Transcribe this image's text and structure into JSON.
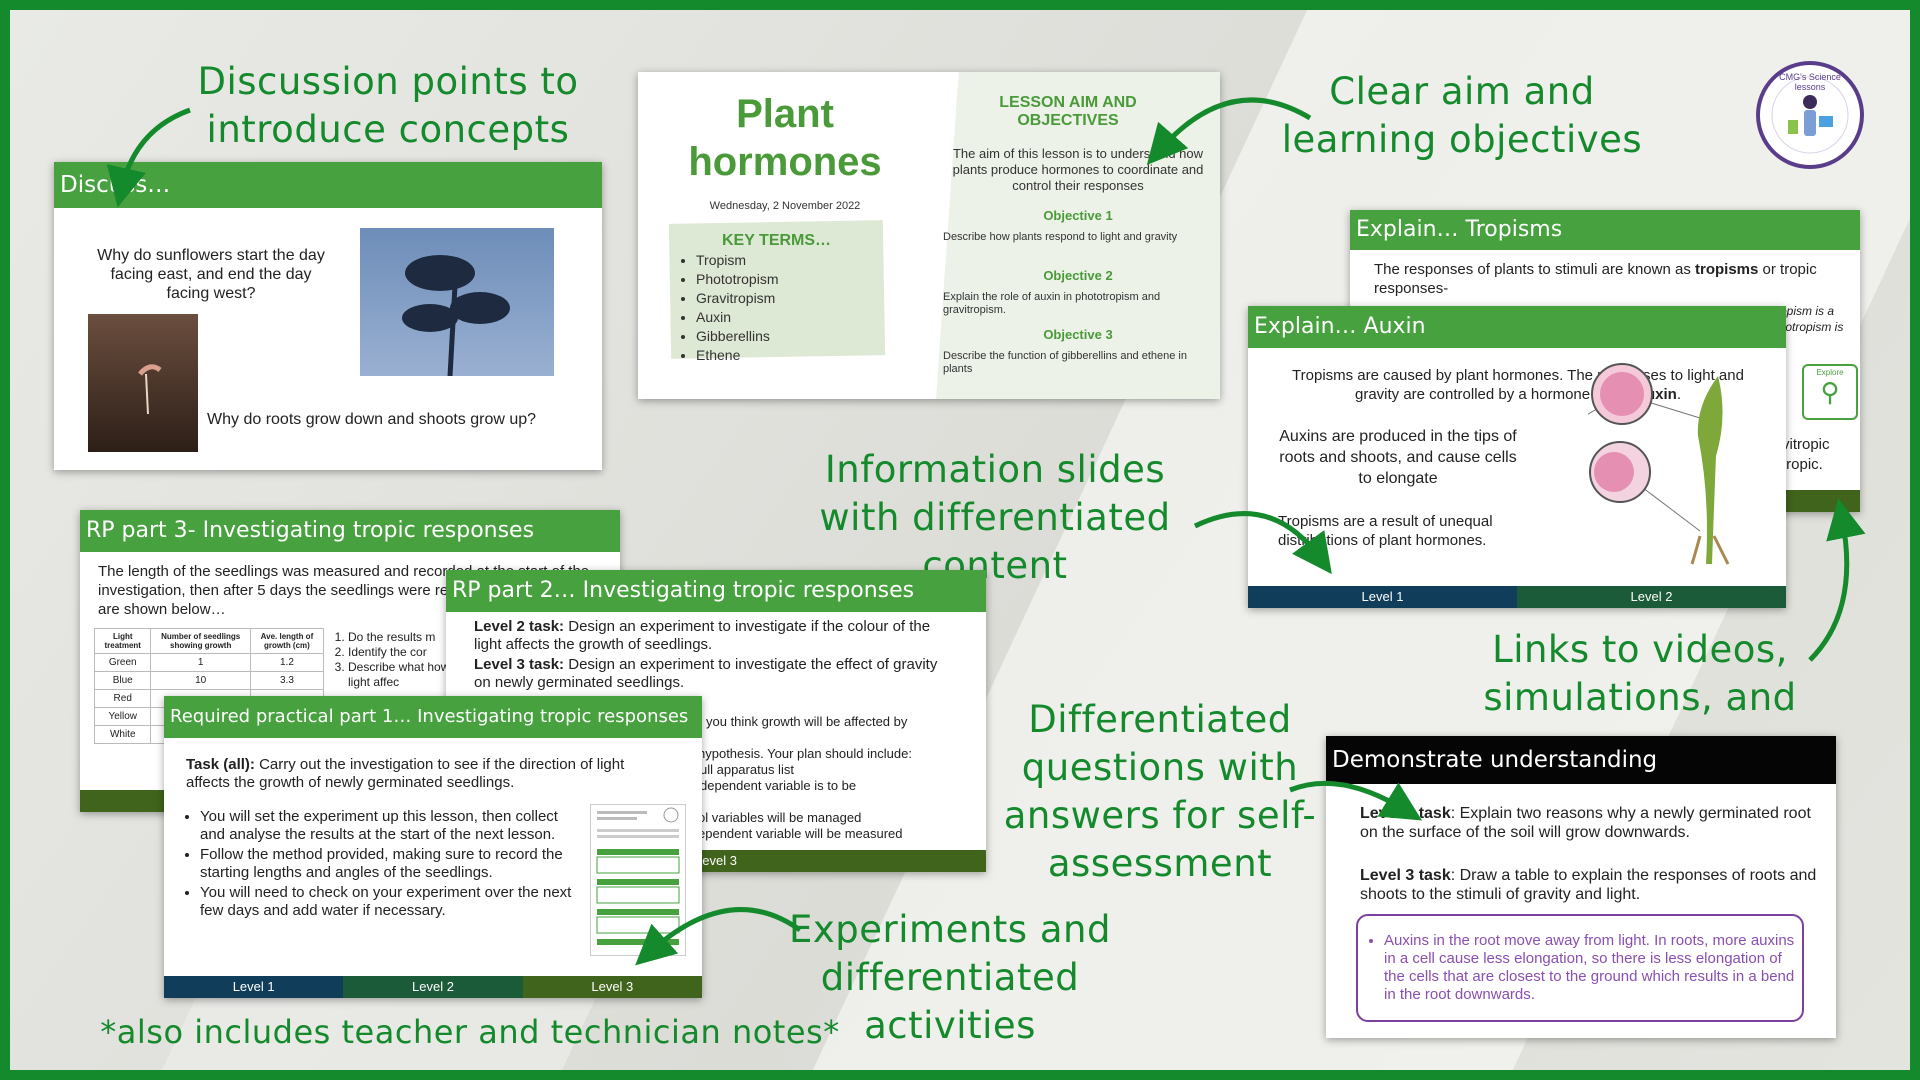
{
  "colors": {
    "brand_green": "#148a2c",
    "slide_green": "#47a13f",
    "level1": "#103e5a",
    "level2": "#1b5b39",
    "level3": "#40641c",
    "answer_purple": "#7b3fa0"
  },
  "callouts": {
    "discussion": "Discussion points to introduce concepts",
    "aim": "Clear aim and learning objectives",
    "info": "Information slides with differentiated content",
    "links": "Links to videos, simulations, and more",
    "questions": "Differentiated questions with answers for self-assessment",
    "experiments": "Experiments and differentiated activities",
    "footnote": "*also includes teacher and technician notes*"
  },
  "logo": {
    "text": "CMG's Science lessons"
  },
  "discuss_slide": {
    "title": "Discuss…",
    "q1": "Why do sunflowers start the day facing east, and end the day facing west?",
    "q2": "Why do roots grow down and shoots grow up?"
  },
  "title_slide": {
    "title_line1": "Plant",
    "title_line2": "hormones",
    "date": "Wednesday, 2 November 2022",
    "key_terms_heading": "KEY TERMS…",
    "key_terms": [
      "Tropism",
      "Phototropism",
      "Gravitropism",
      "Auxin",
      "Gibberellins",
      "Ethene"
    ],
    "aim_heading": "LESSON AIM AND OBJECTIVES",
    "aim_text": "The aim of this lesson is to understand how plants produce hormones to coordinate and control their responses",
    "objectives": [
      {
        "label": "Objective 1",
        "text": "Describe how plants respond to light and gravity"
      },
      {
        "label": "Objective 2",
        "text": "Explain the role of auxin in phototropism and gravitropism."
      },
      {
        "label": "Objective 3",
        "text": "Describe the function of gibberellins and ethene in plants"
      }
    ]
  },
  "tropisms_slide": {
    "title": "Explain… Tropisms",
    "text_plain": "The responses of plants to stimuli are known as ",
    "text_bold": "tropisms",
    "text_end": " or tropic responses-",
    "side1": "opism is a",
    "side2": "liotropism is",
    "side3": "vitropic",
    "side4": "tropic.",
    "explore": "Explore"
  },
  "auxin_slide": {
    "title": "Explain… Auxin",
    "intro_plain": "Tropisms are caused by plant hormones. The responses to light and gravity are controlled by a hormone called ",
    "intro_bold": "auxin",
    "intro_end": ".",
    "p2": "Auxins are produced in the tips of roots and shoots, and cause cells to elongate",
    "p3": "Tropisms are a result of unequal distributions of plant hormones.",
    "level1": "Level 1",
    "level2": "Level 2"
  },
  "rp3_slide": {
    "title": "RP part 3- Investigating tropic responses",
    "intro": "The length of the seedlings was measured and recorded at the start of the investigation, then after 5 days the seedlings were remeasured. The results are shown below…",
    "table_headers": [
      "Light treatment",
      "Number of seedlings showing growth",
      "Ave. length of growth (cm)"
    ],
    "table_rows": [
      [
        "Green",
        "1",
        "1.2"
      ],
      [
        "Blue",
        "10",
        "3.3"
      ],
      [
        "Red",
        "",
        ""
      ],
      [
        "Yellow",
        "",
        ""
      ],
      [
        "White",
        "",
        ""
      ]
    ],
    "steps": [
      "Do the results m",
      "Identify the cor",
      "Describe what how light affec"
    ]
  },
  "rp2_slide": {
    "title": "RP part 2… Investigating tropic responses",
    "l2_label": "Level 2 task:",
    "l2_text": " Design an experiment to investigate if the colour of the light affects the growth of seedlings.",
    "l3_label": "Level 3 task:",
    "l3_text": " Design an experiment to investigate the effect of gravity on newly germinated seedlings.",
    "frag1": "you think growth will be affected by",
    "frag2": "hypothesis. Your plan should include:",
    "frag3": "ull apparatus list",
    "frag4": "dependent variable is to be",
    "frag5": "ol variables will be managed",
    "frag6": "ependent variable will be measured",
    "level": "Level 3"
  },
  "rp1_slide": {
    "title": "Required practical part 1… Investigating tropic responses",
    "task_label": "Task (all):",
    "task_text": " Carry out the investigation to see if the direction of light affects the growth of newly germinated seedlings.",
    "bullets": [
      "You will set the experiment up this lesson, then collect and analyse the results at the start of the next lesson.",
      "Follow the method provided, making sure to record the starting lengths and angles of the seedlings.",
      "You will need to check on your experiment over the next few days and add water if necessary."
    ],
    "level1": "Level 1",
    "level2": "Level 2",
    "level3": "Level 3"
  },
  "demo_slide": {
    "title": "Demonstrate understanding",
    "l2_label": "Level 2 task",
    "l2_text": ": Explain two reasons why a newly germinated root on the surface of the soil will grow downwards.",
    "l3_label": "Level 3 task",
    "l3_text": ": Draw a table to explain the responses of roots and shoots to the stimuli of gravity and light.",
    "answer": "Auxins in the root move away from light. In roots, more auxins in a cell cause less elongation, so there is less elongation of the cells that are closest to the ground which results in a bend in the root downwards."
  }
}
